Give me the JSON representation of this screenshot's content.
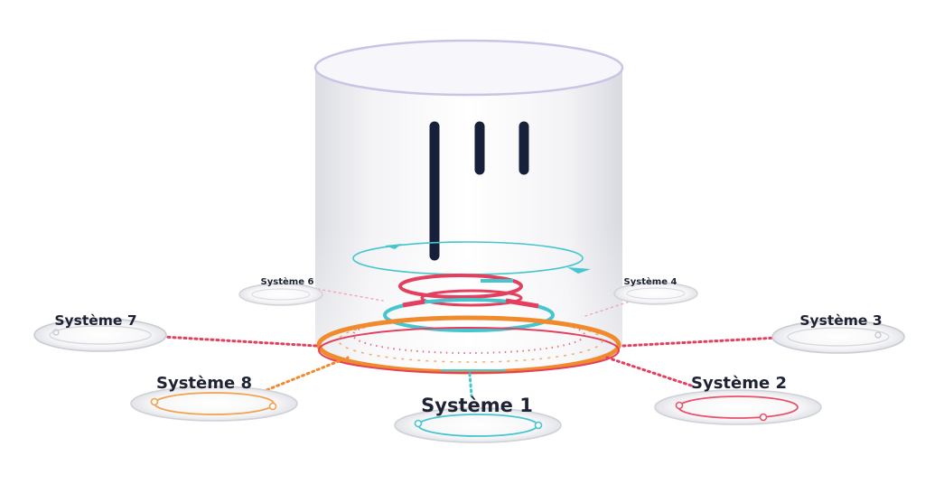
{
  "systems": [
    {
      "label": "Système 1",
      "color": "#45c6cf"
    },
    {
      "label": "Système 2",
      "color": "#e9516a"
    },
    {
      "label": "Système 3",
      "color": "#c8ccd4"
    },
    {
      "label": "Système 4",
      "color": "#c8ccd4"
    },
    {
      "label": "Système 6",
      "color": "#c8ccd4"
    },
    {
      "label": "Système 7",
      "color": "#c8ccd4"
    },
    {
      "label": "Système 8",
      "color": "#f1a24d"
    }
  ],
  "colors": {
    "cylinder_rim": "#c9c4e6",
    "logo": "#17203a",
    "cyan": "#45c6cf",
    "red": "#e3405f",
    "orange": "#f08a2c",
    "grey_line": "#d7d9de"
  },
  "logo_icon": "three-vertical-bars-logo"
}
